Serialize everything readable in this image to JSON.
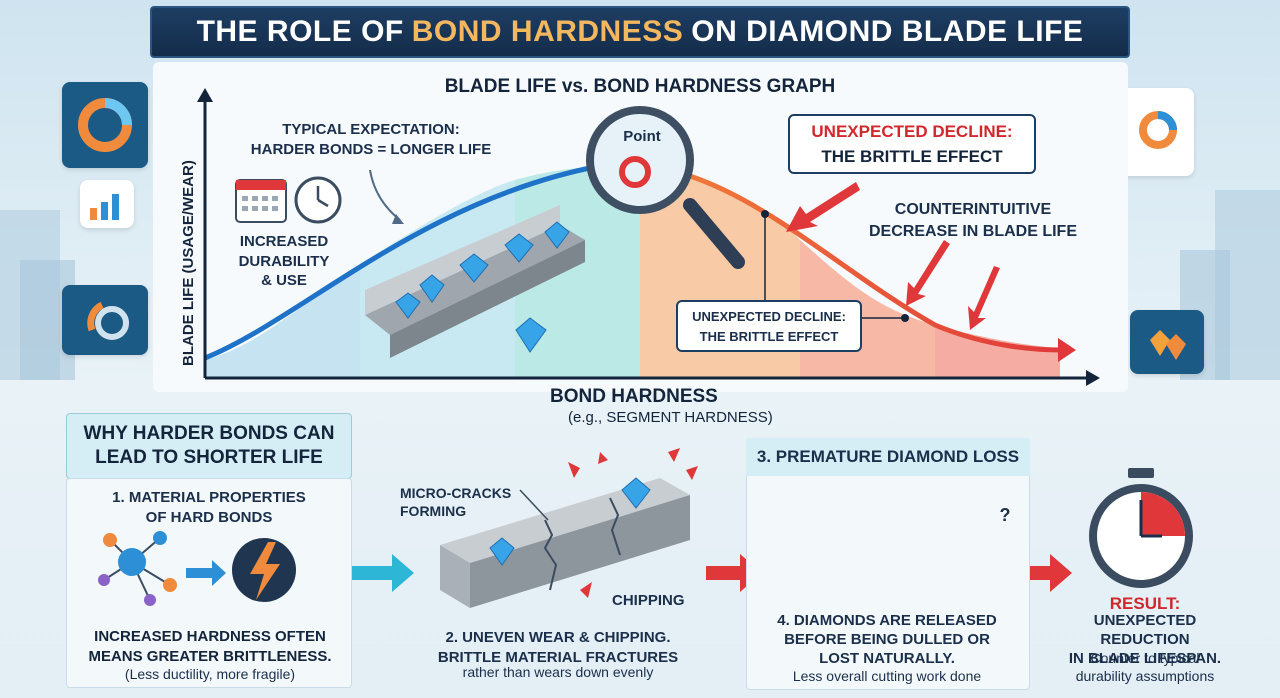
{
  "title": {
    "prefix": "THE ROLE OF",
    "highlight": "BOND HARDNESS",
    "suffix": "ON DIAMOND BLADE LIFE"
  },
  "graph": {
    "title": "BLADE LIFE vs. BOND HARDNESS GRAPH",
    "y_axis_label": "BLADE LIFE (USAGE/WEAR)",
    "x_axis_label": "BOND HARDNESS",
    "x_axis_sublabel": "(e.g., SEGMENT HARDNESS)",
    "expectation_line1": "TYPICAL EXPECTATION:",
    "expectation_line2": "HARDER BONDS = LONGER LIFE",
    "durability_line1": "INCREASED",
    "durability_line2": "DURABILITY",
    "durability_line3": "& USE",
    "point_label": "Point",
    "point_marker": "O",
    "decline_box_line1": "UNEXPECTED DECLINE:",
    "decline_box_line2": "THE BRITTLE EFFECT",
    "counter_line1": "COUNTERINTUITIVE",
    "counter_line2": "DECREASE IN BLADE LIFE",
    "decline_small_line1": "UNEXPECTED DECLINE:",
    "decline_small_line2": "THE BRITTLE EFFECT"
  },
  "lower": {
    "why_line1": "WHY HARDER BONDS CAN",
    "why_line2": "LEAD TO SHORTER LIFE",
    "step1_line1": "1. MATERIAL PROPERTIES",
    "step1_line2": "OF HARD BONDS",
    "step1_desc1": "INCREASED HARDNESS OFTEN",
    "step1_desc2": "MEANS GREATER BRITTLENESS.",
    "step1_note": "(Less ductility, more fragile)",
    "micro_line1": "MICRO-CRACKS",
    "micro_line2": "FORMING",
    "chipping": "CHIPPING",
    "step2_line1": "2. UNEVEN WEAR & CHIPPING.",
    "step2_line2": "BRITTLE MATERIAL FRACTURES",
    "step2_line3": "rather than wears down evenly",
    "step3_title": "3. PREMATURE DIAMOND LOSS",
    "step4_line1": "4. DIAMONDS ARE RELEASED",
    "step4_line2": "BEFORE BEING DULLED OR",
    "step4_line3": "LOST NATURALLY.",
    "step4_note": "Less overall cutting work done",
    "question_mark": "?",
    "result_title": "RESULT:",
    "result_line1": "UNEXPECTED REDUCTION",
    "result_line2": "IN BLADE LIFESPAN.",
    "result_note1": "Counter to typical",
    "result_note2": "durability assumptions"
  },
  "colors": {
    "navy": "#13243b",
    "accent_gold": "#f3b760",
    "curve_blue": "#1e73c8",
    "curve_red": "#e0383a",
    "zone_blue": "#9fd0ea",
    "zone_teal": "#a6e3df",
    "zone_orange": "#f9b98a",
    "zone_red": "#f48a7e"
  },
  "icons": {
    "calendar": "calendar-icon",
    "clock": "clock-icon",
    "magnifier": "magnifier-icon",
    "molecule": "molecule-icon",
    "lightning": "lightning-icon",
    "stopwatch": "stopwatch-icon",
    "worker": "worker-icon"
  }
}
